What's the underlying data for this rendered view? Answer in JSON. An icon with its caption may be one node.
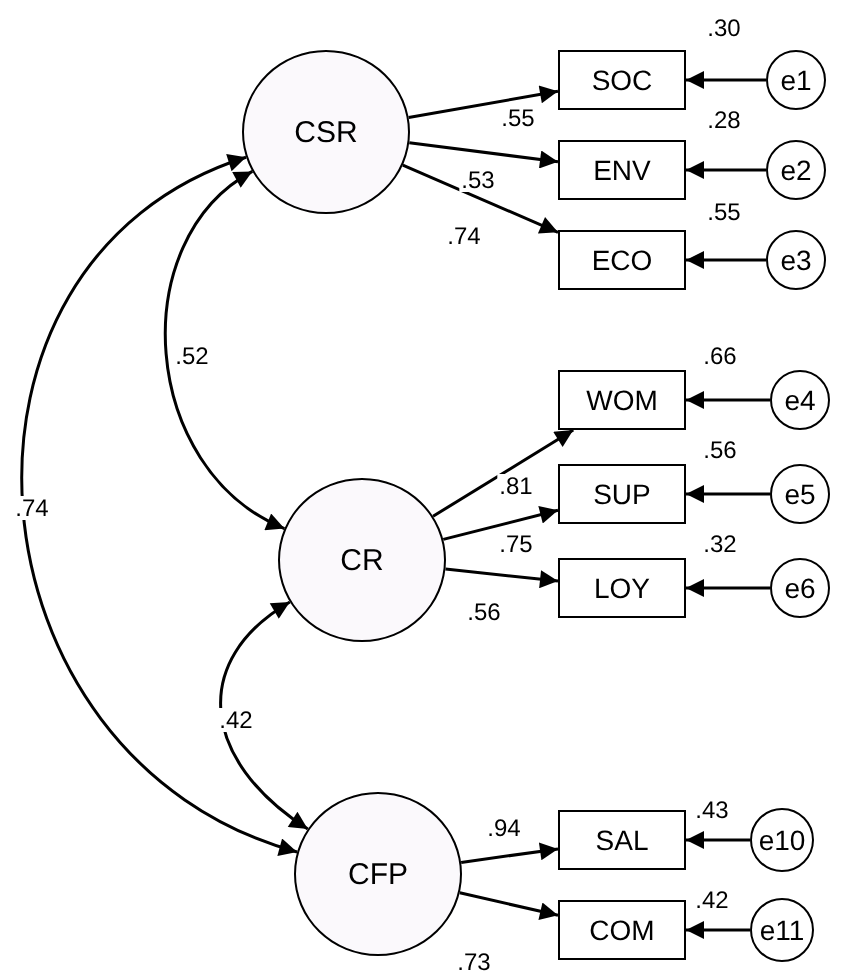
{
  "diagram": {
    "nodes": [
      {
        "text": [
          "CSR"
        ]
      },
      {
        "text": [
          "SOC"
        ],
        "beside": [
          ".30"
        ]
      },
      {
        "text": [
          "ENV"
        ],
        "beside": [
          ".28"
        ]
      },
      {
        "text": [
          "ECO"
        ],
        "beside": [
          ".55"
        ]
      },
      {
        "text": [
          "e1"
        ]
      },
      {
        "text": [
          "e2"
        ]
      },
      {
        "text": [
          "e3"
        ]
      },
      {
        "text": [
          "CR"
        ]
      },
      {
        "text": [
          "WOM"
        ],
        "beside": [
          ".66"
        ]
      },
      {
        "text": [
          "SUP"
        ],
        "beside": [
          ".56"
        ]
      },
      {
        "text": [
          "LOY"
        ],
        "beside": [
          ".32"
        ]
      },
      {
        "text": [
          "e4"
        ]
      },
      {
        "text": [
          "e5"
        ]
      },
      {
        "text": [
          "e6"
        ]
      },
      {
        "text": [
          "CFP"
        ]
      },
      {
        "text": [
          "SAL"
        ],
        "beside": [
          ".43"
        ]
      },
      {
        "text": [
          "COM"
        ],
        "beside": [
          ".42"
        ]
      },
      {
        "text": [
          "e10"
        ]
      },
      {
        "text": [
          "e11"
        ]
      }
    ],
    "edges": [
      {
        "from": 0,
        "to": 1,
        "arrow": "to",
        "label": ".55"
      },
      {
        "from": 0,
        "to": 2,
        "arrow": "to",
        "label": ".53"
      },
      {
        "from": 0,
        "to": 3,
        "arrow": "to",
        "label": ".74"
      },
      {
        "from": 4,
        "to": 1,
        "arrow": "to"
      },
      {
        "from": 5,
        "to": 2,
        "arrow": "to"
      },
      {
        "from": 6,
        "to": 3,
        "arrow": "to"
      },
      {
        "from": 7,
        "to": 8,
        "arrow": "to",
        "label": ".81"
      },
      {
        "from": 7,
        "to": 9,
        "arrow": "to",
        "label": ".75"
      },
      {
        "from": 7,
        "to": 10,
        "arrow": "to",
        "label": ".56"
      },
      {
        "from": 11,
        "to": 8,
        "arrow": "to"
      },
      {
        "from": 12,
        "to": 9,
        "arrow": "to"
      },
      {
        "from": 13,
        "to": 10,
        "arrow": "to"
      },
      {
        "from": 14,
        "to": 15,
        "arrow": "to",
        "label": ".94"
      },
      {
        "from": 14,
        "to": 16,
        "arrow": "to",
        "label": ".73"
      },
      {
        "from": 17,
        "to": 15,
        "arrow": "to"
      },
      {
        "from": 18,
        "to": 16,
        "arrow": "to"
      },
      {
        "from": 0,
        "to": 7,
        "arrow": "both",
        "label": ".52"
      },
      {
        "from": 7,
        "to": 14,
        "arrow": "both",
        "label": ".42"
      },
      {
        "from": 0,
        "to": 14,
        "arrow": "both",
        "label": ".74"
      }
    ]
  }
}
